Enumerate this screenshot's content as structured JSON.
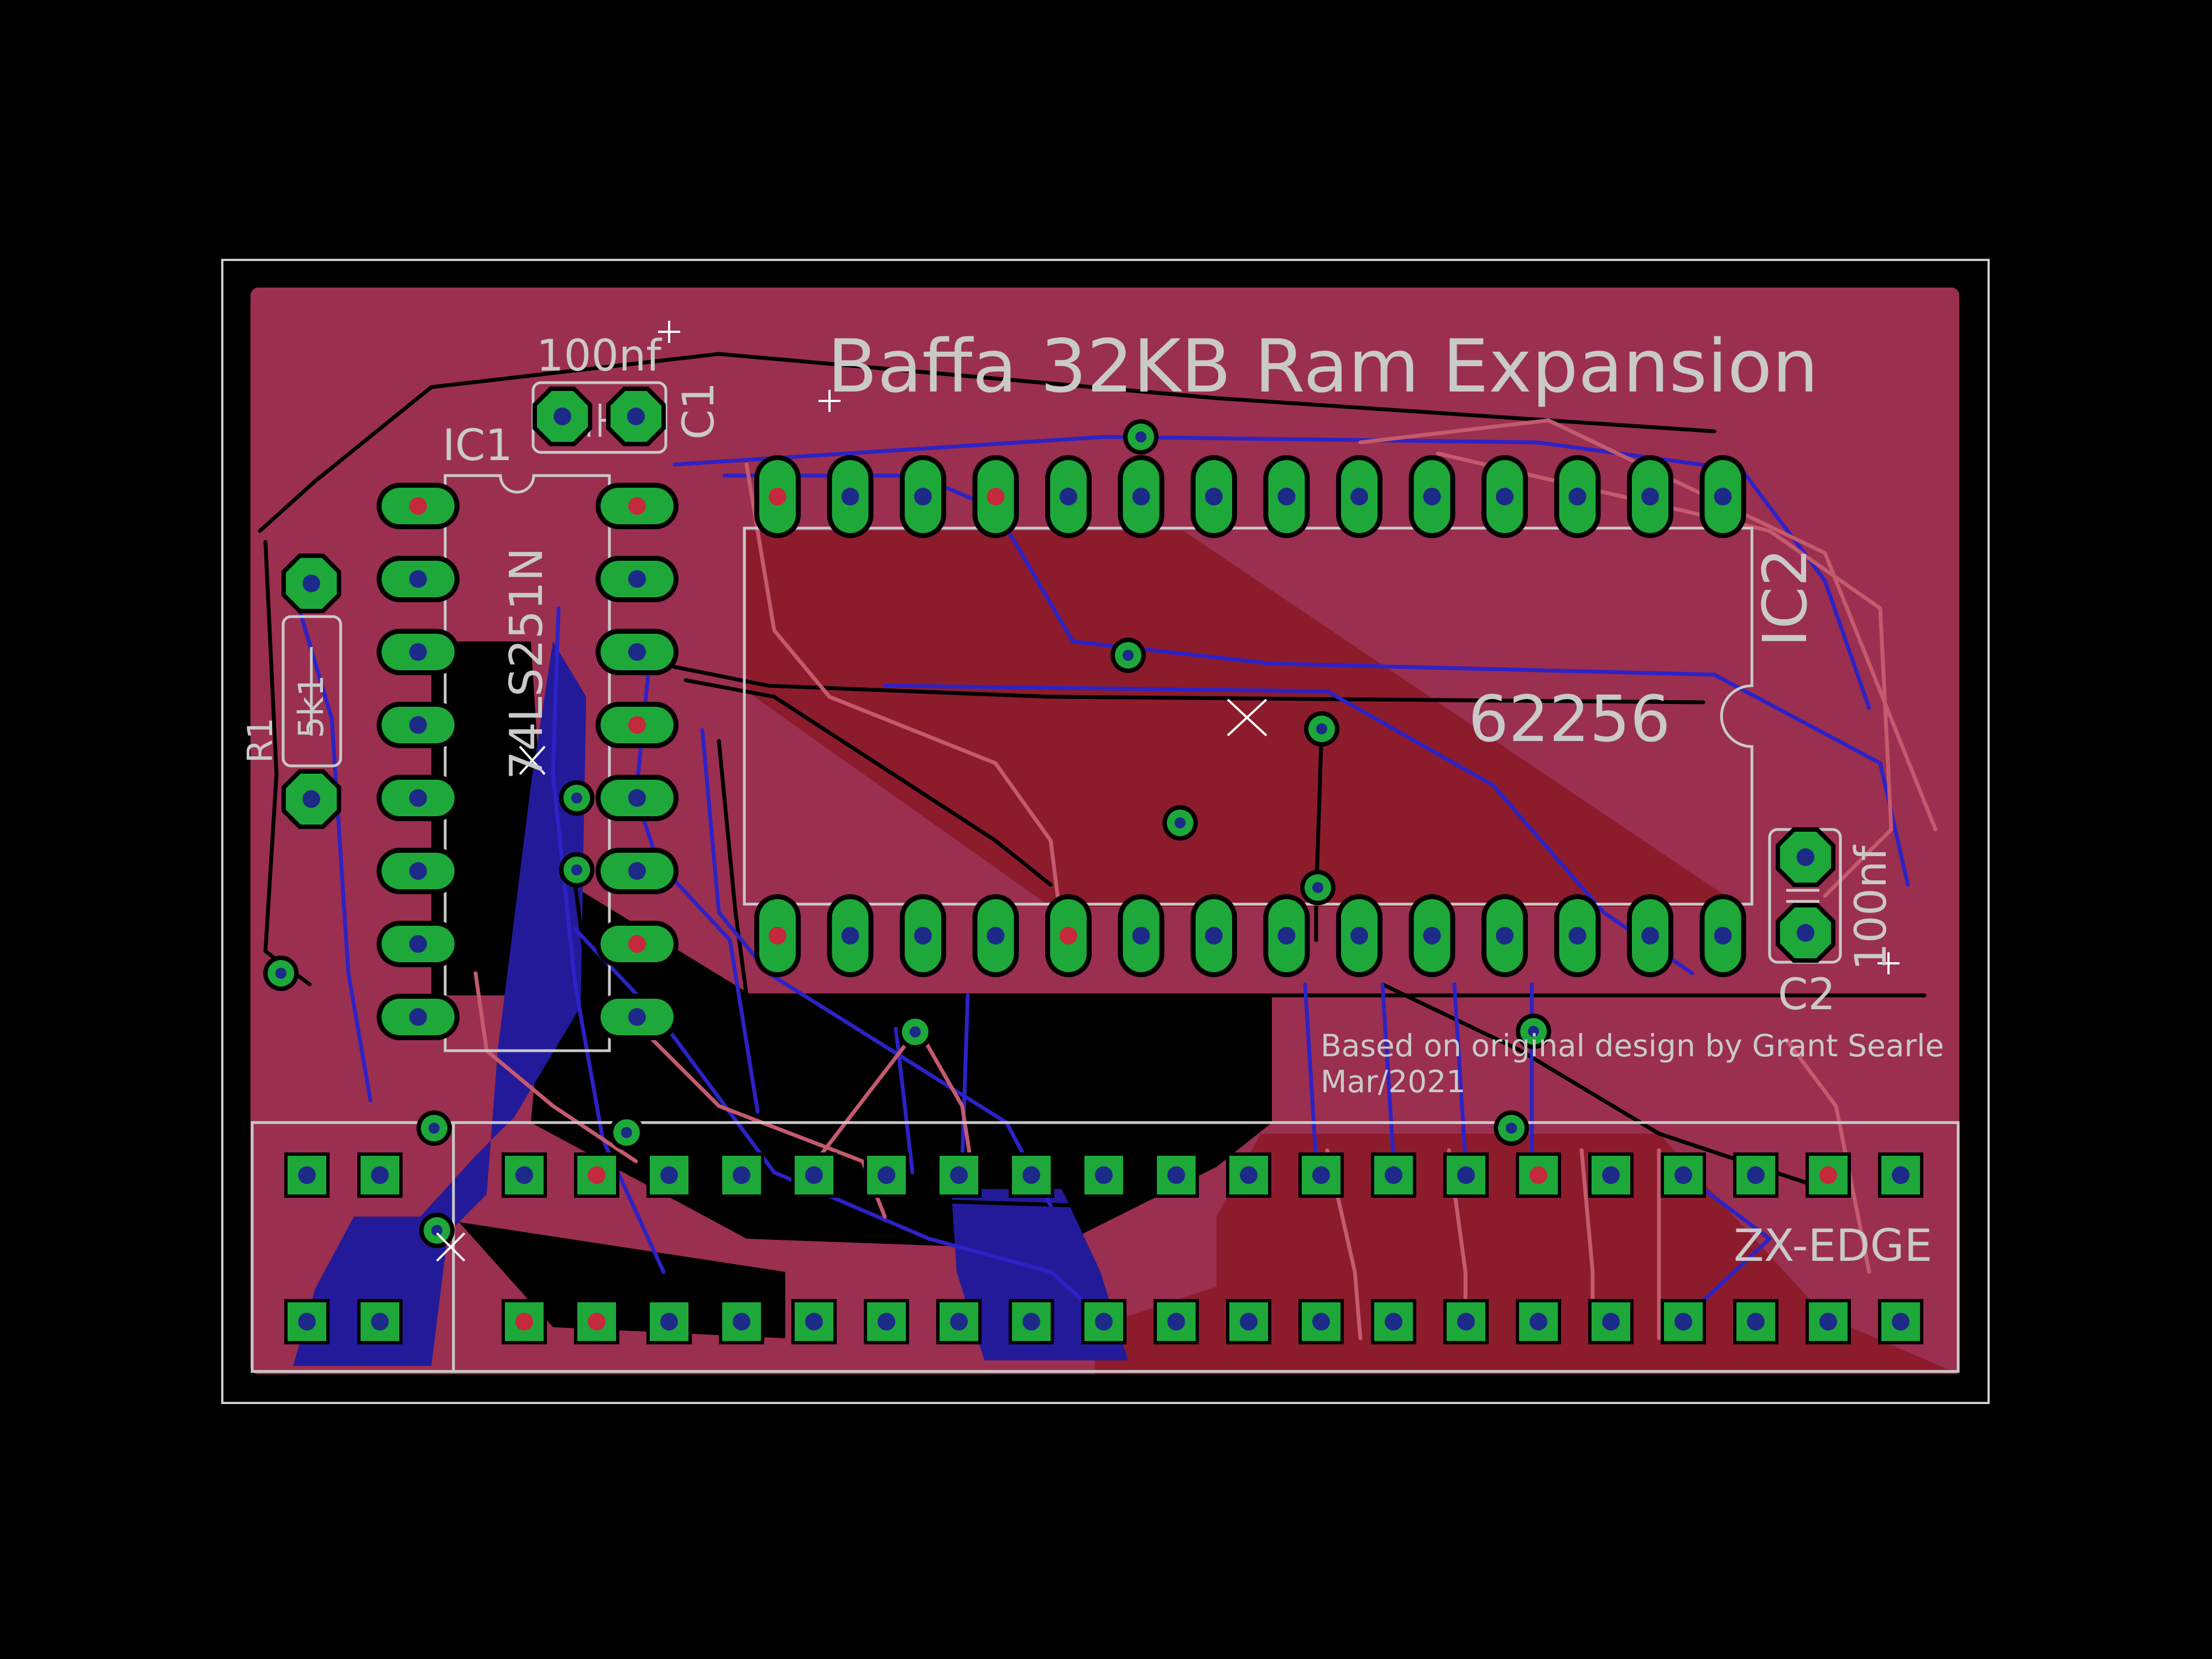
{
  "board": {
    "title": "Baffa 32KB Ram Expansion",
    "credit_line1": "Based on original design by Grant Searle",
    "credit_line2": "Mar/2021",
    "connector_label": "ZX-EDGE"
  },
  "components": {
    "ic1_ref": "IC1",
    "ic1_value": "74LS251N",
    "ic2_ref": "IC2",
    "ic2_value": "62256",
    "c1_ref": "C1",
    "c1_value": "100nf",
    "c2_ref": "C2",
    "c2_value": "100nf",
    "r1_ref": "R1",
    "r1_value": "5k1"
  },
  "colors": {
    "background": "#000000",
    "top_copper": "#8e1f32",
    "top_copper_light": "#9b2f4f",
    "bottom_copper": "#231a9a",
    "pad": "#1ea83a",
    "drill": "#1c2a88",
    "silkscreen": "#c9c9c9",
    "outline": "#cfcfcf"
  }
}
